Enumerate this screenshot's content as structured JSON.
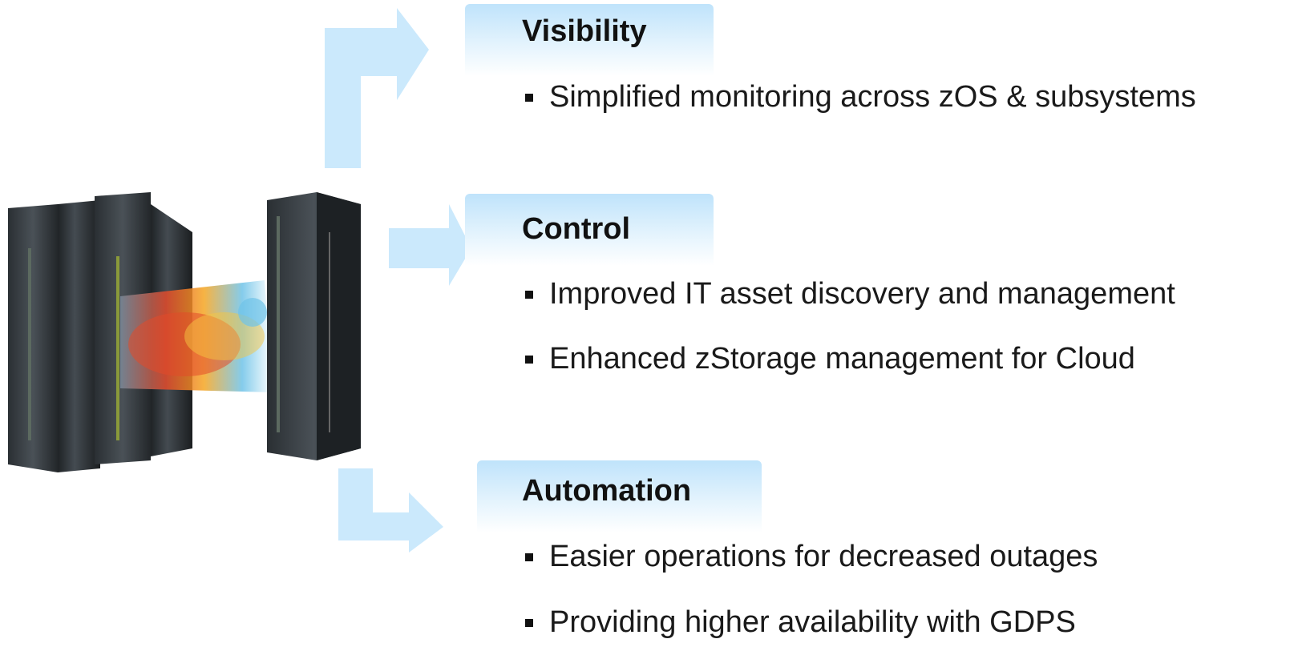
{
  "sections": [
    {
      "title": "Visibility",
      "bullets": [
        "Simplified monitoring across zOS & subsystems"
      ]
    },
    {
      "title": "Control",
      "bullets": [
        "Improved IT asset discovery and management",
        "Enhanced zStorage management for Cloud"
      ]
    },
    {
      "title": "Automation",
      "bullets": [
        "Easier operations for decreased outages",
        "Providing higher availability with GDPS"
      ]
    }
  ],
  "colors": {
    "arrow": "#cbe9fc",
    "header_top": "#bfe3fb",
    "cabinet": "#3a4045"
  }
}
